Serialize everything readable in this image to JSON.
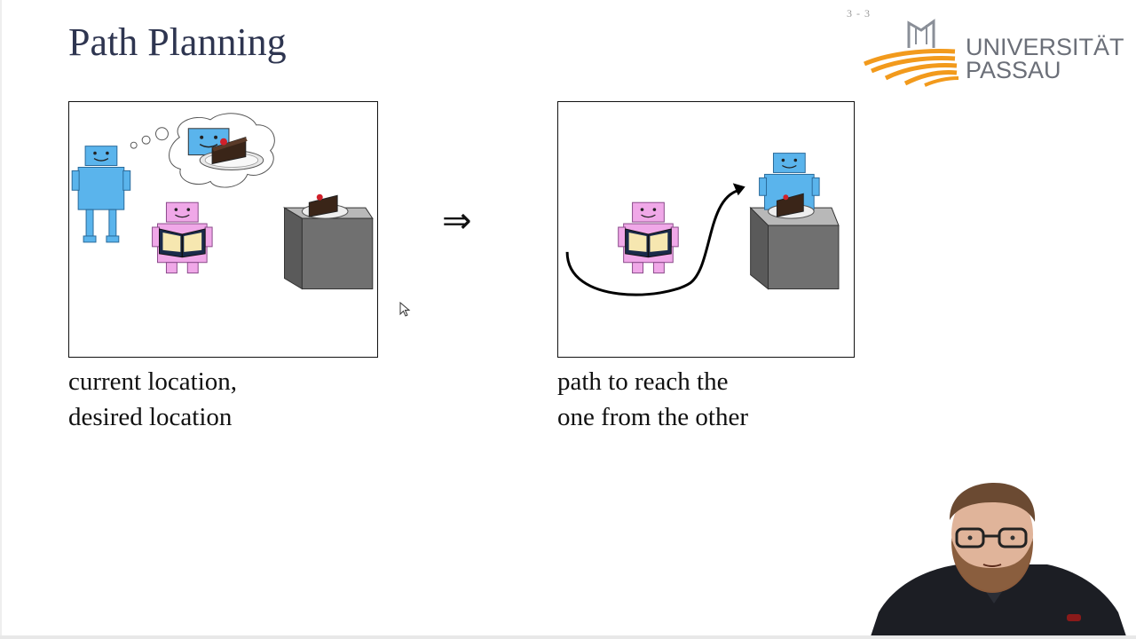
{
  "slide": {
    "number": "3 - 3",
    "title": "Path Planning"
  },
  "logo": {
    "line1": "UNIVERSITÄT",
    "line2": "PASSAU",
    "accent_color": "#f29a1c"
  },
  "left_panel": {
    "caption_line1": "current location,",
    "caption_line2": "desired location"
  },
  "right_panel": {
    "caption_line1": "path to reach the",
    "caption_line2": "one from the other"
  },
  "arrow": {
    "symbol": "⇒"
  },
  "colors": {
    "title": "#2e3550",
    "robot_blue": "#5ab4ec",
    "robot_pink": "#f0a8e8",
    "box_gray": "#707070"
  },
  "icons": {
    "cursor": "pointer-arrow-icon",
    "webcam": "presenter-webcam"
  }
}
